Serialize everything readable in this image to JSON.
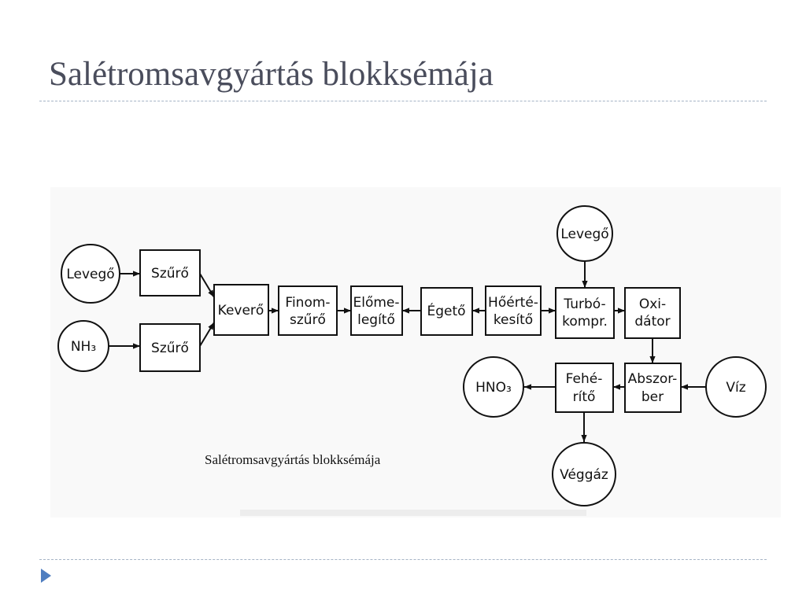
{
  "slide": {
    "title": "Salétromsavgyártás blokksémája"
  },
  "diagram": {
    "caption": "Salétromsavgyártás blokksémája",
    "nodes": {
      "levego_left": "Levegő",
      "nh3": "NH₃",
      "szuro_top": "Szűrő",
      "szuro_bottom": "Szűrő",
      "kevero": "Keverő",
      "finomszuro": [
        "Finom-",
        "szűrő"
      ],
      "elomelegito": [
        "Előme-",
        "legítő"
      ],
      "egeto": "Égető",
      "hoertekesito": [
        "Hőérté-",
        "kesítő"
      ],
      "turbokompr": [
        "Turbó-",
        "kompr."
      ],
      "levego_top": "Levegő",
      "oxidator": [
        "Oxi-",
        "dátor"
      ],
      "abszorber": [
        "Abszor-",
        "ber"
      ],
      "viz": "Víz",
      "feherito": [
        "Fehé-",
        "rítő"
      ],
      "hno3": "HNO₃",
      "veggaz": "Véggáz"
    }
  }
}
